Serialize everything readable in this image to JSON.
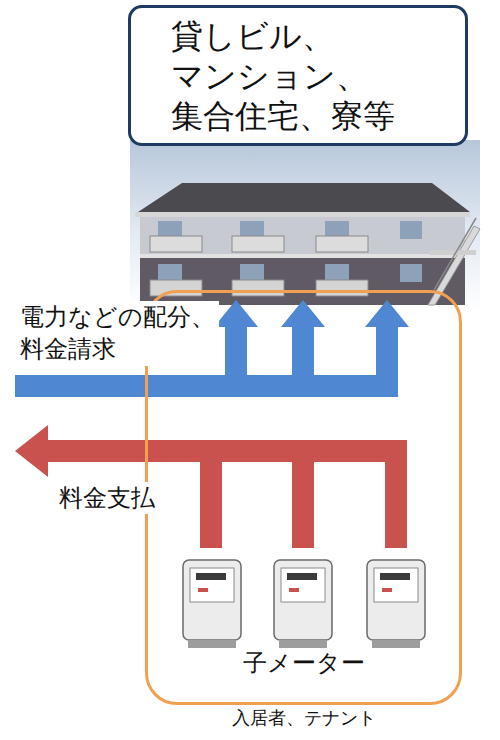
{
  "diagram": {
    "nodes": [
      {
        "text": [
          "貸しビル、 マンション、 集合住宅、寮等"
        ]
      },
      {
        "text": [
          "子メーター",
          "入居者、テナント"
        ]
      }
    ],
    "labels": [
      "電力などの配分、 料金請求",
      "料金支払"
    ]
  }
}
